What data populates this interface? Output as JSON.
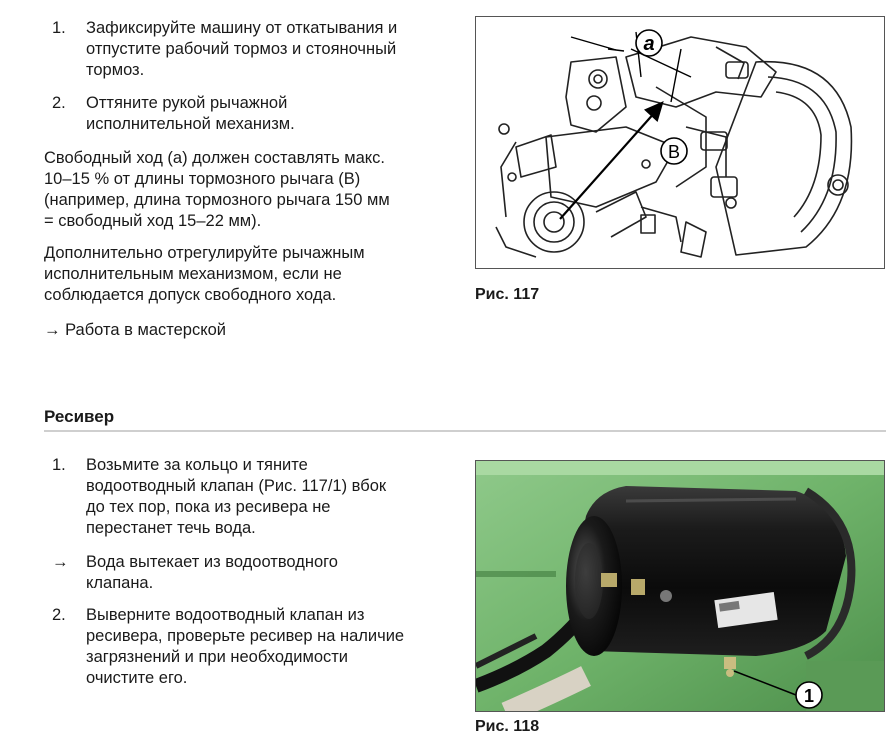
{
  "top": {
    "steps": [
      {
        "num": "1.",
        "lines": [
          "Зафиксируйте машину от откатывания и",
          "отпустите рабочий тормоз и стояночный",
          "тормоз."
        ]
      },
      {
        "num": "2.",
        "lines": [
          "Оттяните рукой рычажной",
          "исполнительной механизм."
        ]
      }
    ],
    "para1": [
      "Свободный ход (a) должен составлять макс.",
      "10–15 % от длины тормозного рычага (B)",
      "(например, длина тормозного рычага 150 мм",
      "= свободный ход 15–22 мм)."
    ],
    "para2": [
      "Дополнительно отрегулируйте рычажным",
      "исполнительным механизмом, если не",
      "соблюдается допуск свободного хода."
    ],
    "arrow": "→",
    "link": "Работа в мастерской",
    "figure": {
      "caption": "Рис. 117",
      "label_a": "a",
      "label_b": "B"
    }
  },
  "section": {
    "title": "Ресивер",
    "items": [
      {
        "num": "1.",
        "lines": [
          "Возьмите за кольцо и тяните",
          "водоотводный клапан (Рис. 117/1) вбок",
          "до тех пор, пока из ресивера не",
          "перестанет течь вода."
        ]
      },
      {
        "num": "→",
        "lines": [
          "Вода вытекает из водоотводного",
          "клапана."
        ]
      },
      {
        "num": "2.",
        "lines": [
          "Выверните водоотводный клапан из",
          "ресивера, проверьте ресивер на наличие",
          "загрязнений и при необходимости",
          "очистите его."
        ]
      }
    ],
    "figure": {
      "caption": "Рис. 118",
      "label_1": "1"
    }
  }
}
